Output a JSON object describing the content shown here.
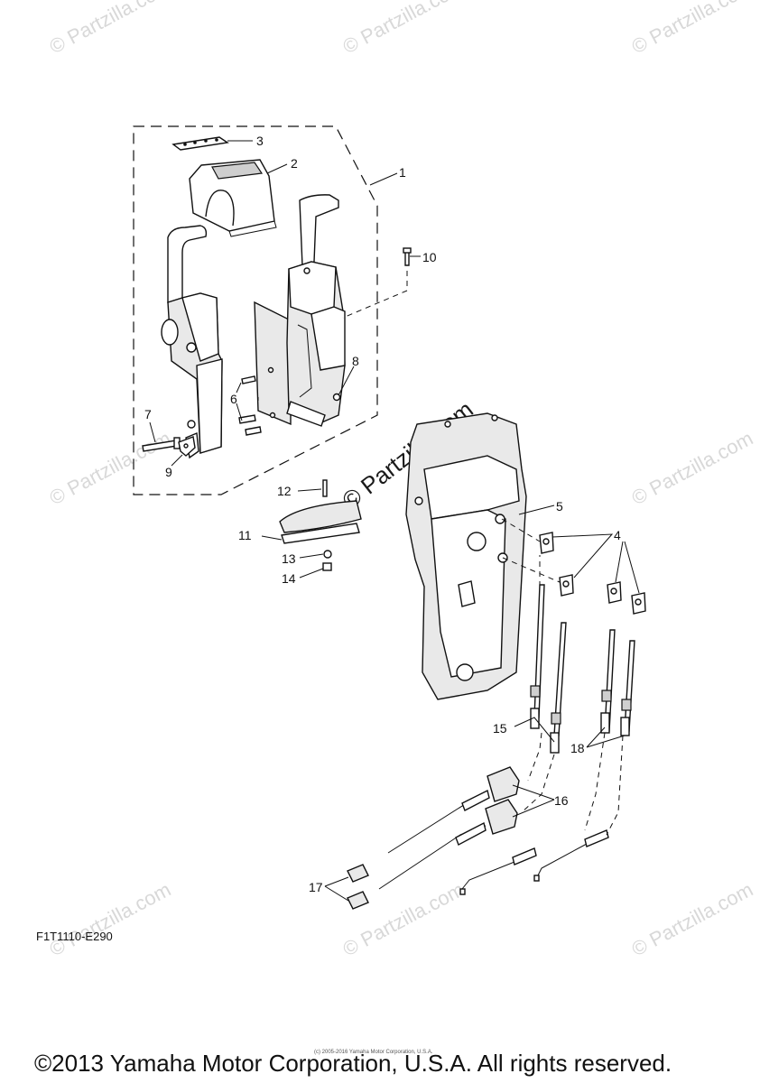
{
  "diagram_code": "F1T1110-E290",
  "copyright": "©2013 Yamaha Motor Corporation, U.S.A. All rights reserved.",
  "fine_print": "(c) 2005-2016 Yamaha Motor Corporation, U.S.A.",
  "watermark": "© Partzilla.com",
  "callouts": [
    "1",
    "2",
    "3",
    "4",
    "5",
    "6",
    "7",
    "8",
    "9",
    "10",
    "11",
    "12",
    "13",
    "14",
    "15",
    "16",
    "17",
    "18"
  ],
  "colors": {
    "line": "#111111",
    "watermark": "#d8d8d8",
    "shade": "#e9e9e9"
  }
}
